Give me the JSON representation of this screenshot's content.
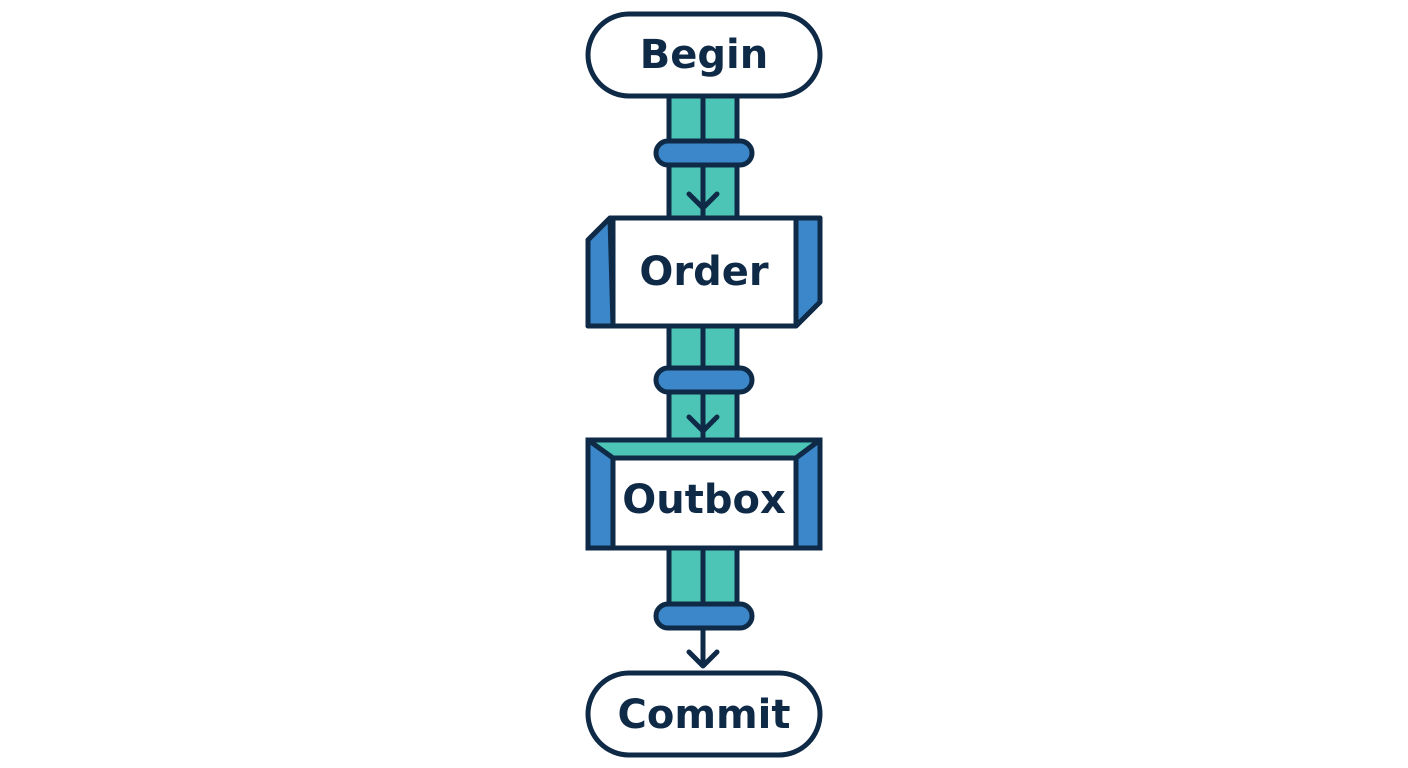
{
  "colors": {
    "stroke": "#0f2a47",
    "pipe": "#4cc5b6",
    "accent": "#3b87c9",
    "background": "#ffffff"
  },
  "nodes": [
    {
      "id": "begin",
      "label": "Begin",
      "shape": "terminator"
    },
    {
      "id": "order",
      "label": "Order",
      "shape": "process"
    },
    {
      "id": "outbox",
      "label": "Outbox",
      "shape": "process"
    },
    {
      "id": "commit",
      "label": "Commit",
      "shape": "terminator"
    }
  ],
  "edges": [
    {
      "from": "begin",
      "to": "order"
    },
    {
      "from": "order",
      "to": "outbox"
    },
    {
      "from": "outbox",
      "to": "commit"
    }
  ]
}
